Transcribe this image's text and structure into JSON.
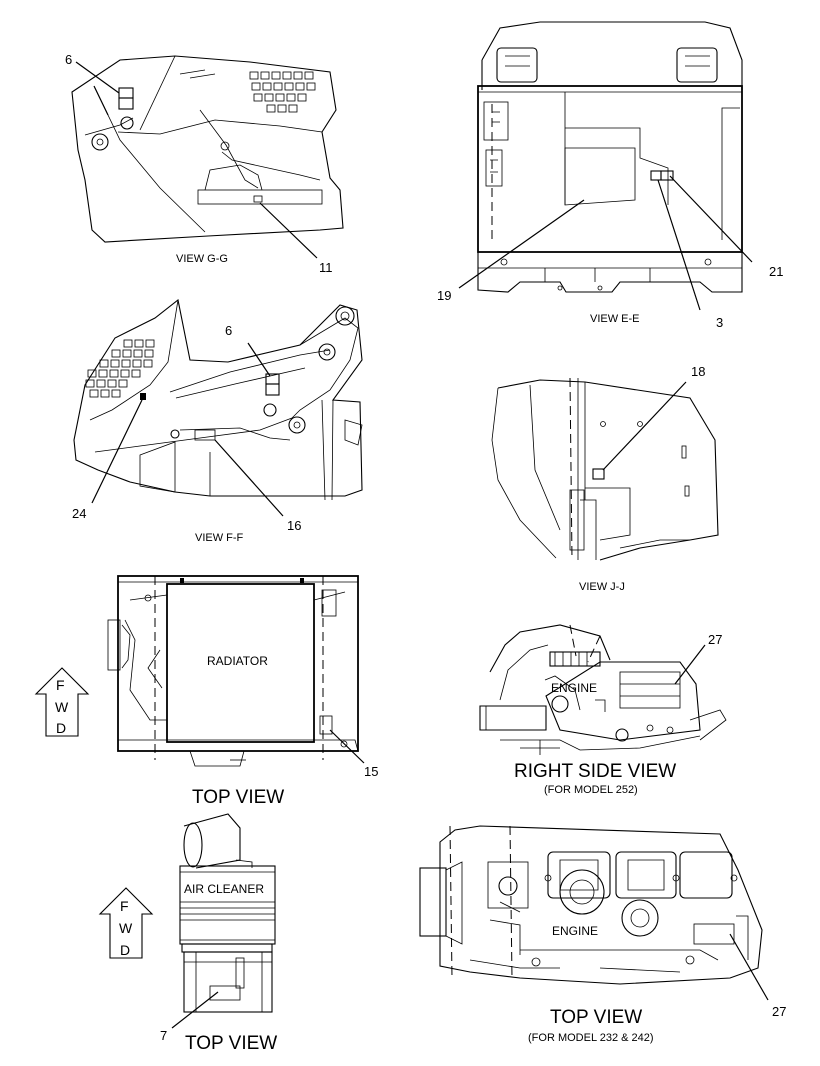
{
  "views": {
    "g": {
      "title": "VIEW G-G",
      "callouts": [
        "6",
        "11"
      ]
    },
    "e": {
      "title": "VIEW E-E",
      "callouts": [
        "19",
        "3",
        "21"
      ]
    },
    "f": {
      "title": "VIEW F-F",
      "callouts": [
        "6",
        "24",
        "16"
      ]
    },
    "j": {
      "title": "VIEW J-J",
      "callouts": [
        "18"
      ]
    },
    "radiator": {
      "title": "TOP VIEW",
      "component": "RADIATOR",
      "callouts": [
        "15"
      ]
    },
    "right_side": {
      "title": "RIGHT SIDE VIEW",
      "note": "(FOR MODEL 252)",
      "component": "ENGINE",
      "callouts": [
        "27"
      ]
    },
    "air_cleaner": {
      "title": "TOP VIEW",
      "component": "AIR CLEANER",
      "callouts": [
        "7"
      ]
    },
    "engine_top": {
      "title": "TOP VIEW",
      "note": "(FOR MODEL 232 & 242)",
      "component": "ENGINE",
      "callouts": [
        "27"
      ]
    }
  },
  "direction_arrows": [
    {
      "letters": [
        "F",
        "W",
        "D"
      ]
    },
    {
      "letters": [
        "F",
        "W",
        "D"
      ]
    }
  ]
}
